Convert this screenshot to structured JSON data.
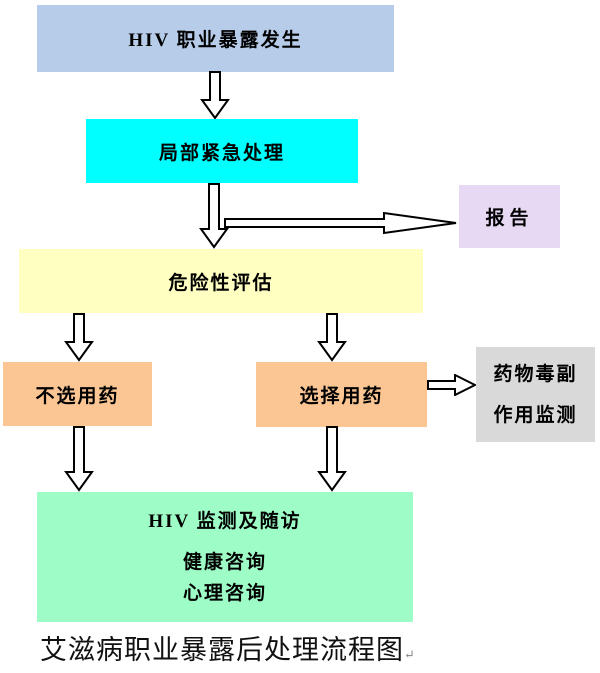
{
  "nodes": {
    "exposure": {
      "label": "HIV 职业暴露发生",
      "bg": "#b7cce9"
    },
    "emergency": {
      "label": "局部紧急处理",
      "bg": "#00ffff"
    },
    "report": {
      "label": "报告",
      "bg": "#e7d8f4"
    },
    "risk": {
      "label": "危险性评估",
      "bg": "#ffffc2"
    },
    "no_med": {
      "label": "不选用药",
      "bg": "#fbc693"
    },
    "med": {
      "label": "选择用药",
      "bg": "#fbc693"
    },
    "toxicity": {
      "line1": "药物毒副",
      "line2": "作用监测",
      "bg": "#d9d9d9"
    },
    "followup": {
      "line1": "HIV 监测及随访",
      "line2": "健康咨询",
      "line3": "心理咨询",
      "bg": "#9efdc6"
    }
  },
  "caption": {
    "text": "艾滋病职业暴露后处理流程图",
    "paragraph_mark": "↵"
  },
  "icons": {
    "down_arrow": "block-arrow-down",
    "right_arrow": "block-arrow-right"
  },
  "colors": {
    "arrow_fill": "#ffffff",
    "arrow_stroke": "#000000",
    "background": "#ffffff",
    "text": "#000000"
  }
}
